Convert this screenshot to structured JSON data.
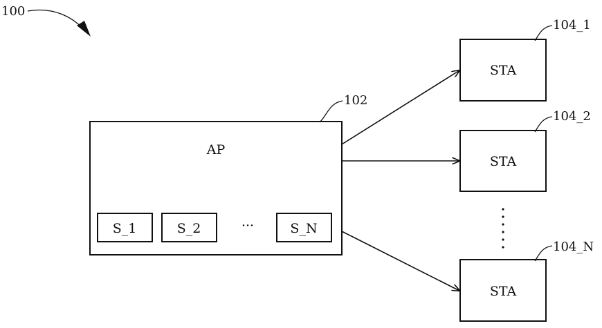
{
  "figure": {
    "ref_system": "100",
    "ref_ap": "102",
    "ref_sta_1": "104_1",
    "ref_sta_2": "104_2",
    "ref_sta_n": "104_N"
  },
  "ap": {
    "label": "AP",
    "slots": [
      "S_1",
      "S_2",
      "S_N"
    ],
    "ellipsis": "···"
  },
  "stations": [
    {
      "label": "STA"
    },
    {
      "label": "STA"
    },
    {
      "label": "STA"
    }
  ]
}
